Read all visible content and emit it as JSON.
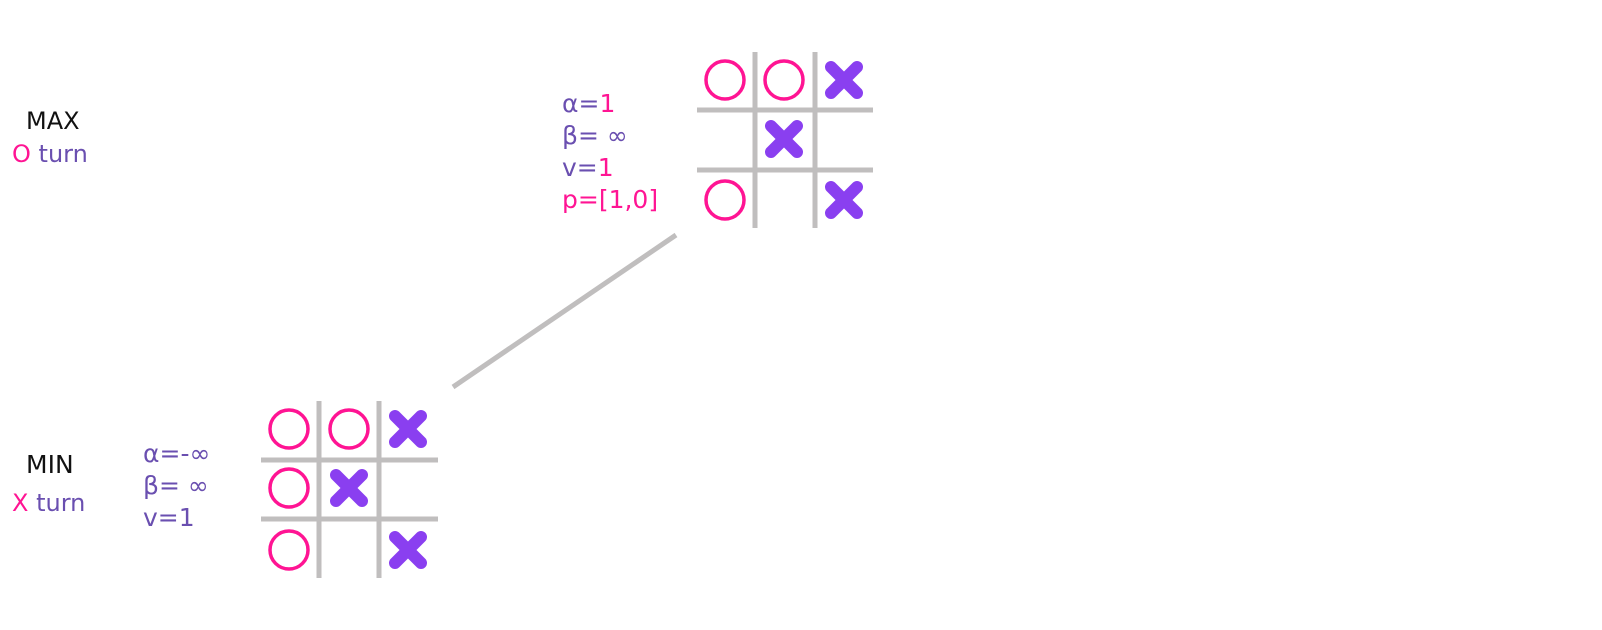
{
  "levels": {
    "max": {
      "label": "MAX",
      "player": "O",
      "turn_word": "turn"
    },
    "min": {
      "label": "MIN",
      "player": "X",
      "turn_word": "turn"
    }
  },
  "nodes": {
    "root": {
      "alpha_label": "α=",
      "alpha_value": "1",
      "beta_label": "β=",
      "beta_value": " ∞",
      "v_label": "v=",
      "v_value": "1",
      "p_text": "p=[1,0]",
      "board": [
        [
          "O",
          "O",
          "X"
        ],
        [
          "",
          "X",
          ""
        ],
        [
          "O",
          "",
          "X"
        ]
      ]
    },
    "child": {
      "alpha_label": "α=",
      "alpha_value": "-∞",
      "beta_label": "β=",
      "beta_value": " ∞",
      "v_label": "v=",
      "v_value": "1",
      "board": [
        [
          "O",
          "O",
          "X"
        ],
        [
          "O",
          "X",
          ""
        ],
        [
          "O",
          "",
          "X"
        ]
      ]
    }
  },
  "colors": {
    "o_mark": "#ff1493",
    "x_mark": "#8a3ff0",
    "grid": "#c0bebe",
    "edge": "#c0bebe"
  }
}
